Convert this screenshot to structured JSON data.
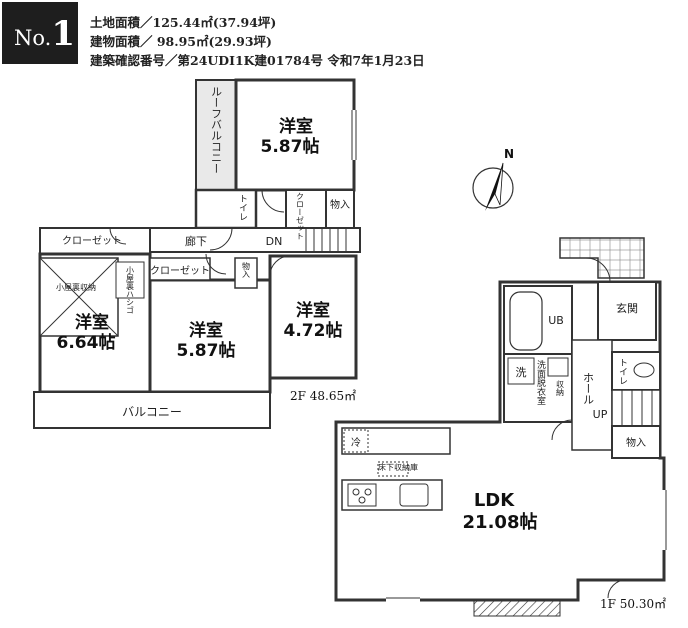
{
  "badge": {
    "no": "No.",
    "num": "1"
  },
  "info": {
    "land_area": "土地面積／125.44㎡(37.94坪)",
    "building_area": "建物面積／ 98.95㎡(29.93坪)",
    "permit": "建築確認番号／第24UDI1K建01784号 令和7年1月23日"
  },
  "compass": {
    "label": "N",
    "icon": "north-arrow-icon"
  },
  "floor2": {
    "area_label": "2F 48.65㎡",
    "rooms": [
      {
        "name": "洋室",
        "size": "5.87帖"
      },
      {
        "name": "洋室",
        "size": "4.72帖"
      },
      {
        "name": "洋室",
        "size": "6.64帖"
      },
      {
        "name": "洋室",
        "size": "5.87帖"
      }
    ],
    "roof_balcony": "ルーフバルコニー",
    "toilet": "トイレ",
    "closet": "クローゼット",
    "storage": "物入",
    "corridor": "廊下",
    "stairs": "DN",
    "attic": "小屋裏収納",
    "attic_ladder": "小屋裏ハシゴ",
    "balcony": "バルコニー"
  },
  "floor1": {
    "area_label": "1F 50.30㎡",
    "ldk": "LDK",
    "ldk_size": "21.08帖",
    "fridge": "冷",
    "underfloor": "床下収納庫",
    "unit_bath": "UB",
    "washer": "洗",
    "washroom": "洗面脱衣室",
    "storage": "物入",
    "hall": "ホール",
    "up": "UP",
    "entrance": "玄関",
    "toilet": "トイレ",
    "storage_small": "収納"
  }
}
